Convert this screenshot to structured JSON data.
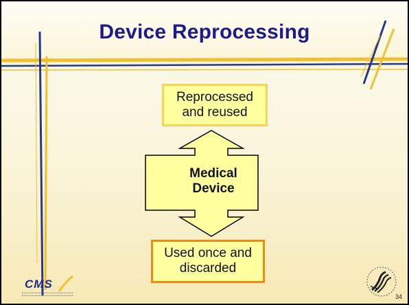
{
  "slide": {
    "title": "Device Reprocessing",
    "page_number": "34"
  },
  "diagram": {
    "top_box": {
      "line1": "Reprocessed",
      "line2": "and reused"
    },
    "center": {
      "line1": "Medical",
      "line2": "Device"
    },
    "bottom_box": {
      "line1": "Used once and",
      "line2": "discarded"
    }
  },
  "footer": {
    "left_logo": "CMS"
  },
  "colors": {
    "title": "#1c1a8c",
    "box_fill": "#ffff9f",
    "top_box_border": "#f6d458",
    "bottom_box_border": "#f08a10",
    "line_blue": "#233a8c",
    "line_gold": "#f0c030"
  },
  "icons": [
    "cms-logo",
    "hhs-eagle-seal"
  ]
}
